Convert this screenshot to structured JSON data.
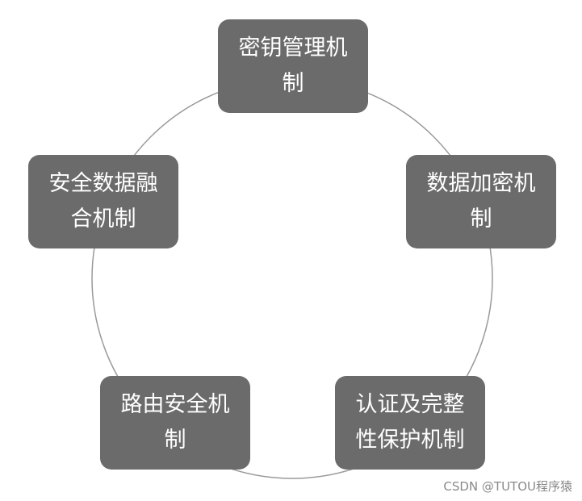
{
  "nodes": [
    {
      "id": "key-management",
      "label": "密钥管理机制"
    },
    {
      "id": "data-encryption",
      "label": "数据加密机制"
    },
    {
      "id": "auth-integrity",
      "label": "认证及完整性保护机制"
    },
    {
      "id": "routing-security",
      "label": "路由安全机制"
    },
    {
      "id": "secure-data-fusion",
      "label": "安全数据融合机制"
    }
  ],
  "watermark": "CSDN @TUTOU程序猿",
  "colors": {
    "node_fill": "#6b6b6b",
    "node_text": "#ffffff",
    "ring": "#9a9a9a"
  }
}
